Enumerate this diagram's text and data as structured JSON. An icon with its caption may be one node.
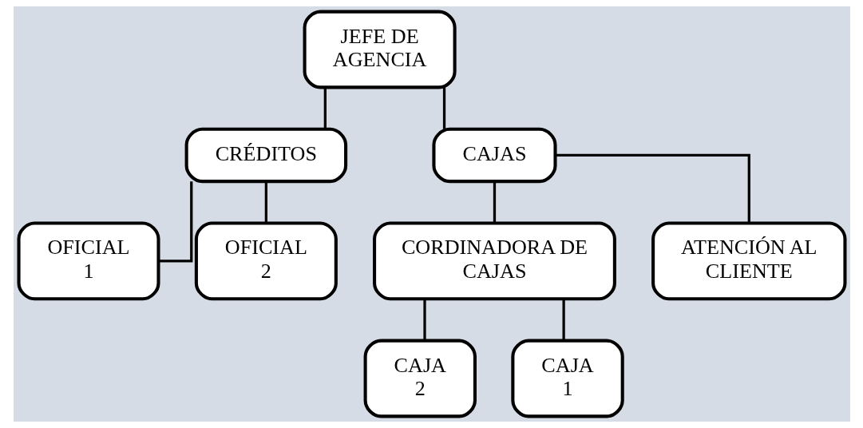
{
  "diagram": {
    "nodes": [
      {
        "text": [
          "JEFE DE AGENCIA"
        ]
      },
      {
        "text": [
          "CRÉDITOS"
        ]
      },
      {
        "text": [
          "CAJAS"
        ]
      },
      {
        "text": [
          "OFICIAL 1"
        ]
      },
      {
        "text": [
          "OFICIAL 2"
        ]
      },
      {
        "text": [
          "CORDINADORA DE CAJAS"
        ]
      },
      {
        "text": [
          "ATENCIÓN AL CLIENTE"
        ]
      },
      {
        "text": [
          "CAJA 2"
        ]
      },
      {
        "text": [
          "CAJA 1"
        ]
      }
    ],
    "edges": [
      {
        "from": 0,
        "to": 1,
        "arrow": "none"
      },
      {
        "from": 0,
        "to": 2,
        "arrow": "none"
      },
      {
        "from": 1,
        "to": 3,
        "arrow": "none"
      },
      {
        "from": 1,
        "to": 4,
        "arrow": "none"
      },
      {
        "from": 2,
        "to": 5,
        "arrow": "none"
      },
      {
        "from": 2,
        "to": 6,
        "arrow": "none"
      },
      {
        "from": 5,
        "to": 7,
        "arrow": "none"
      },
      {
        "from": 5,
        "to": 8,
        "arrow": "none"
      }
    ]
  }
}
